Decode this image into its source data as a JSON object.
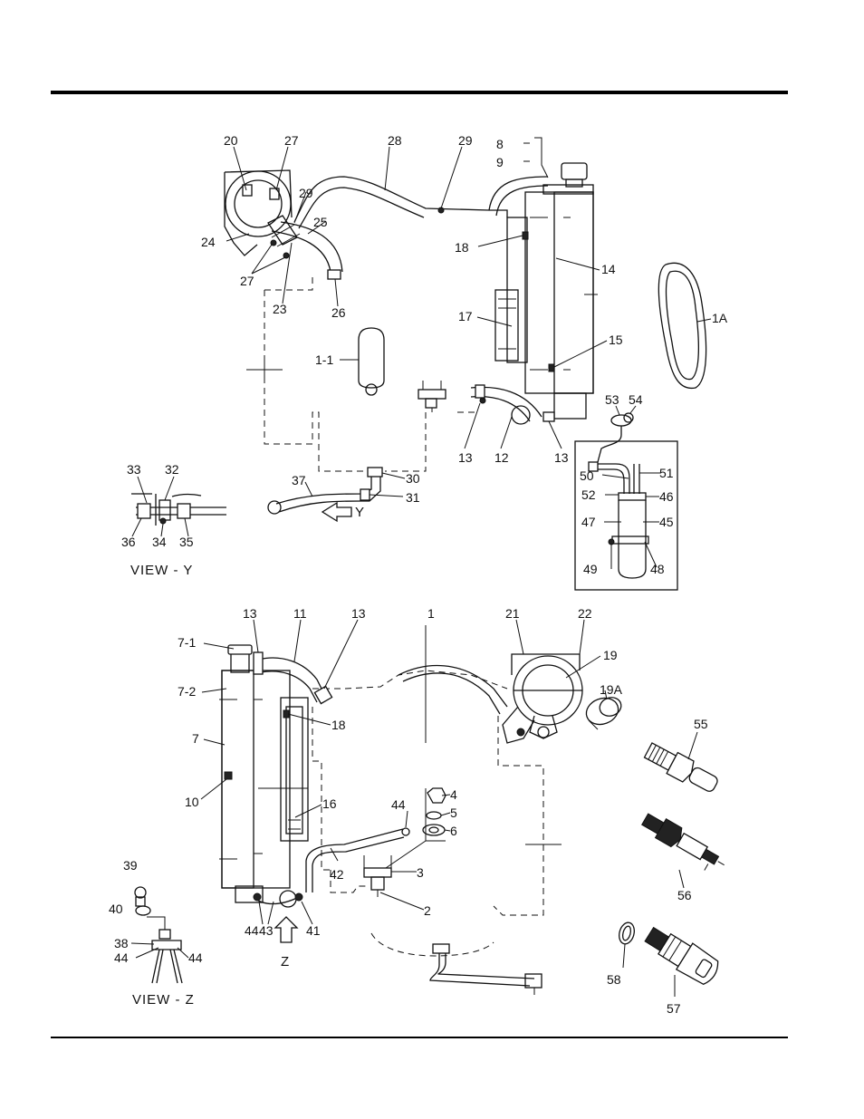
{
  "captions": {
    "view_y": "VIEW - Y",
    "view_z": "VIEW - Z",
    "arrow_y": "Y",
    "arrow_z": "Z"
  },
  "callouts": {
    "c20": "20",
    "c27a": "27",
    "c28": "28",
    "c29a": "29",
    "c8": "8",
    "c9": "9",
    "c29b": "29",
    "c25": "25",
    "c24": "24",
    "c27b": "27",
    "c23": "23",
    "c26": "26",
    "c18a": "18",
    "c14": "14",
    "c1A": "1A",
    "c17": "17",
    "c15": "15",
    "c1_1": "1-1",
    "c13a": "13",
    "c12": "12",
    "c13b": "13",
    "c53": "53",
    "c54": "54",
    "c50": "50",
    "c51": "51",
    "c52": "52",
    "c46": "46",
    "c47": "47",
    "c45": "45",
    "c49": "49",
    "c48": "48",
    "c33": "33",
    "c32": "32",
    "c36": "36",
    "c34": "34",
    "c35": "35",
    "c37": "37",
    "c30": "30",
    "c31": "31",
    "c13c": "13",
    "c11": "11",
    "c13d": "13",
    "c1": "1",
    "c21": "21",
    "c22": "22",
    "c7_1": "7-1",
    "c19": "19",
    "c7_2": "7-2",
    "c19A": "19A",
    "c18b": "18",
    "c7": "7",
    "c55": "55",
    "c10": "10",
    "c16": "16",
    "c44a": "44",
    "c4": "4",
    "c5": "5",
    "c6": "6",
    "c39": "39",
    "c42": "42",
    "c3": "3",
    "c56": "56",
    "c40": "40",
    "c2": "2",
    "c38": "38",
    "c44b": "44",
    "c43": "43",
    "c41": "41",
    "c44c": "44",
    "c44d": "44",
    "c58": "58",
    "c57": "57"
  }
}
